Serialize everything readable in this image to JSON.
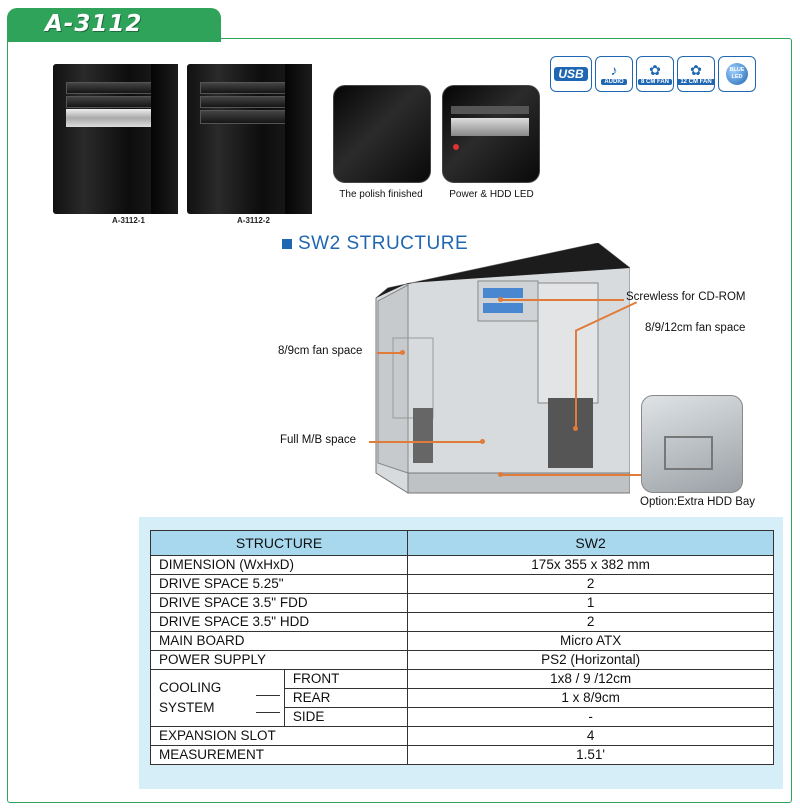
{
  "header": {
    "model": "A-3112"
  },
  "products": [
    {
      "label": "A-3112-1"
    },
    {
      "label": "A-3112-2"
    }
  ],
  "details": [
    {
      "caption": "The polish finished"
    },
    {
      "caption": "Power & HDD LED"
    }
  ],
  "feature_icons": [
    {
      "name": "usb-icon",
      "label": "USB"
    },
    {
      "name": "audio-icon",
      "label": "AUDIO"
    },
    {
      "name": "fan-8cm-icon",
      "label": "8 CM FAN"
    },
    {
      "name": "fan-12cm-icon",
      "label": "12 CM FAN"
    },
    {
      "name": "blue-led-icon",
      "label": "BLUE LED"
    }
  ],
  "structure_section": {
    "title": "SW2 STRUCTURE",
    "callouts": {
      "screwless": "Screwless for CD-ROM",
      "fan_space_front": "8/9/12cm fan space",
      "fan_space_rear": "8/9cm fan space",
      "mb_space": "Full M/B space",
      "hdd_bay": "Option:Extra HDD Bay"
    }
  },
  "spec_table": {
    "header": {
      "structure": "STRUCTURE",
      "value": "SW2"
    },
    "rows": [
      {
        "label": "DIMENSION (WxHxD)",
        "value": "175x 355 x 382 mm"
      },
      {
        "label": "DRIVE SPACE 5.25\"",
        "value": "2"
      },
      {
        "label": "DRIVE SPACE 3.5\" FDD",
        "value": "1"
      },
      {
        "label": "DRIVE SPACE 3.5\" HDD",
        "value": "2"
      },
      {
        "label": "MAIN BOARD",
        "value": "Micro ATX"
      },
      {
        "label": "POWER SUPPLY",
        "value": "PS2 (Horizontal)"
      }
    ],
    "cooling": {
      "label_line1": "COOLING",
      "label_line2": "SYSTEM",
      "front_label": "FRONT",
      "front_value": "1x8 / 9 /12cm",
      "rear_label": "REAR",
      "rear_value": "1 x 8/9cm",
      "side_label": "SIDE",
      "side_value": "-"
    },
    "tail_rows": [
      {
        "label": "EXPANSION SLOT",
        "value": "4"
      },
      {
        "label": "MEASUREMENT",
        "value": "1.51'"
      }
    ]
  },
  "colors": {
    "brand_green": "#2fa35a",
    "accent_blue": "#1f67b2",
    "table_header": "#a7d8ee",
    "panel_bg": "#d5eef7",
    "callout_line": "#e07b39"
  }
}
